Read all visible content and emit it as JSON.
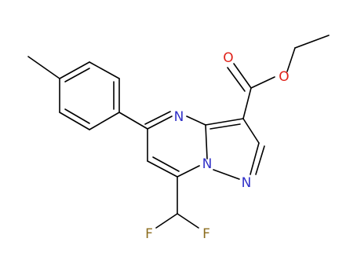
{
  "molecule": {
    "atoms": {
      "n4": "N",
      "n_bridge": "N",
      "n1": "N",
      "o_carbonyl": "O",
      "o_ester": "O",
      "f_left": "F",
      "f_right": "F"
    },
    "colors": {
      "nitrogen": "#3131c8",
      "oxygen": "#e0231b",
      "fluorine": "#8c6d1f",
      "bond": "#000000",
      "background": "#ffffff"
    }
  }
}
